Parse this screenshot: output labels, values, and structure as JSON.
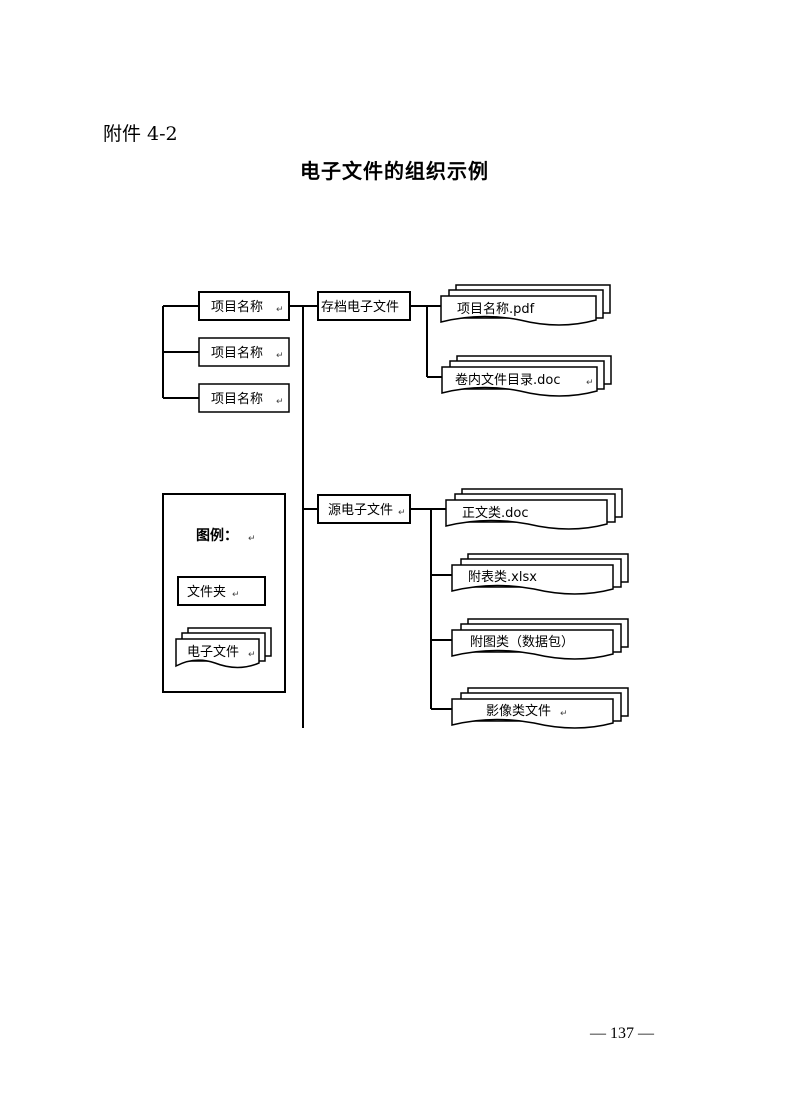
{
  "header": {
    "attachment": "附件 4-2",
    "title": "电子文件的组织示例"
  },
  "diagram": {
    "projects": [
      "项目名称",
      "项目名称",
      "项目名称"
    ],
    "archive_folder": "存档电子文件",
    "archive_files": [
      "项目名称.pdf",
      "卷内文件目录.doc"
    ],
    "source_folder": "源电子文件",
    "source_files": [
      "正文类.doc",
      "附表类.xlsx",
      "附图类（数据包）",
      "影像类文件"
    ],
    "legend": {
      "title": "图例：",
      "folder_sample": "文件夹",
      "file_sample": "电子文件"
    }
  },
  "footer": {
    "page_number": "— 137 —"
  }
}
